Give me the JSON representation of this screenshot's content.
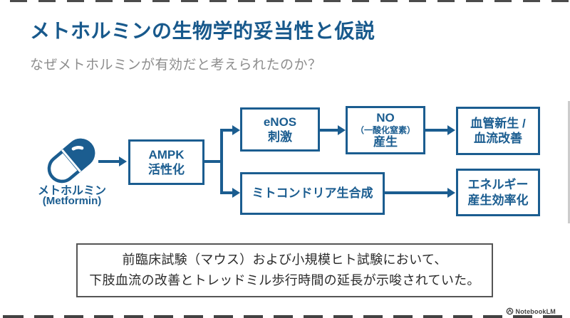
{
  "slide": {
    "title": "メトホルミンの生物学的妥当性と仮説",
    "subtitle": "なぜメトホルミンが有効だと考えられたのか？"
  },
  "colors": {
    "accent_blue": "#1b5d90",
    "title_blue": "#18598c",
    "subtitle_gray": "#8d8d8d",
    "note_border_gray": "#555555",
    "note_text": "#2b2b2b",
    "footer_gray": "#3f3f3f",
    "edge_dash_dark": "#2d2d2d"
  },
  "diagram": {
    "source": {
      "icon": "pill-capsule-icon",
      "label_ja": "メトホルミン",
      "label_en": "(Metformin)"
    },
    "nodes": {
      "ampk": {
        "lines": [
          "AMPK",
          "活性化"
        ]
      },
      "enos": {
        "lines": [
          "eNOS",
          "刺激"
        ]
      },
      "no": {
        "lines": [
          "NO",
          "（一酸化窒素）",
          "産生"
        ]
      },
      "vascular": {
        "lines": [
          "血管新生 /",
          "血流改善"
        ]
      },
      "mito": {
        "lines": [
          "ミトコンドリア生合成"
        ]
      },
      "energy": {
        "lines": [
          "エネルギー",
          "産生効率化"
        ]
      }
    },
    "flow": [
      "メトホルミン → AMPK活性化",
      "AMPK活性化 → eNOS刺激 → NO（一酸化窒素）産生 → 血管新生/血流改善",
      "AMPK活性化 → ミトコンドリア生合成 → エネルギー産生効率化"
    ]
  },
  "note": {
    "line1": "前臨床試験（マウス）および小規模ヒト試験において、",
    "line2": "下肢血流の改善とトレッドミル歩行時間の延長が示唆されていた。"
  },
  "footer": {
    "brand": "NotebookLM",
    "icon": "notebooklm-logo-icon"
  }
}
